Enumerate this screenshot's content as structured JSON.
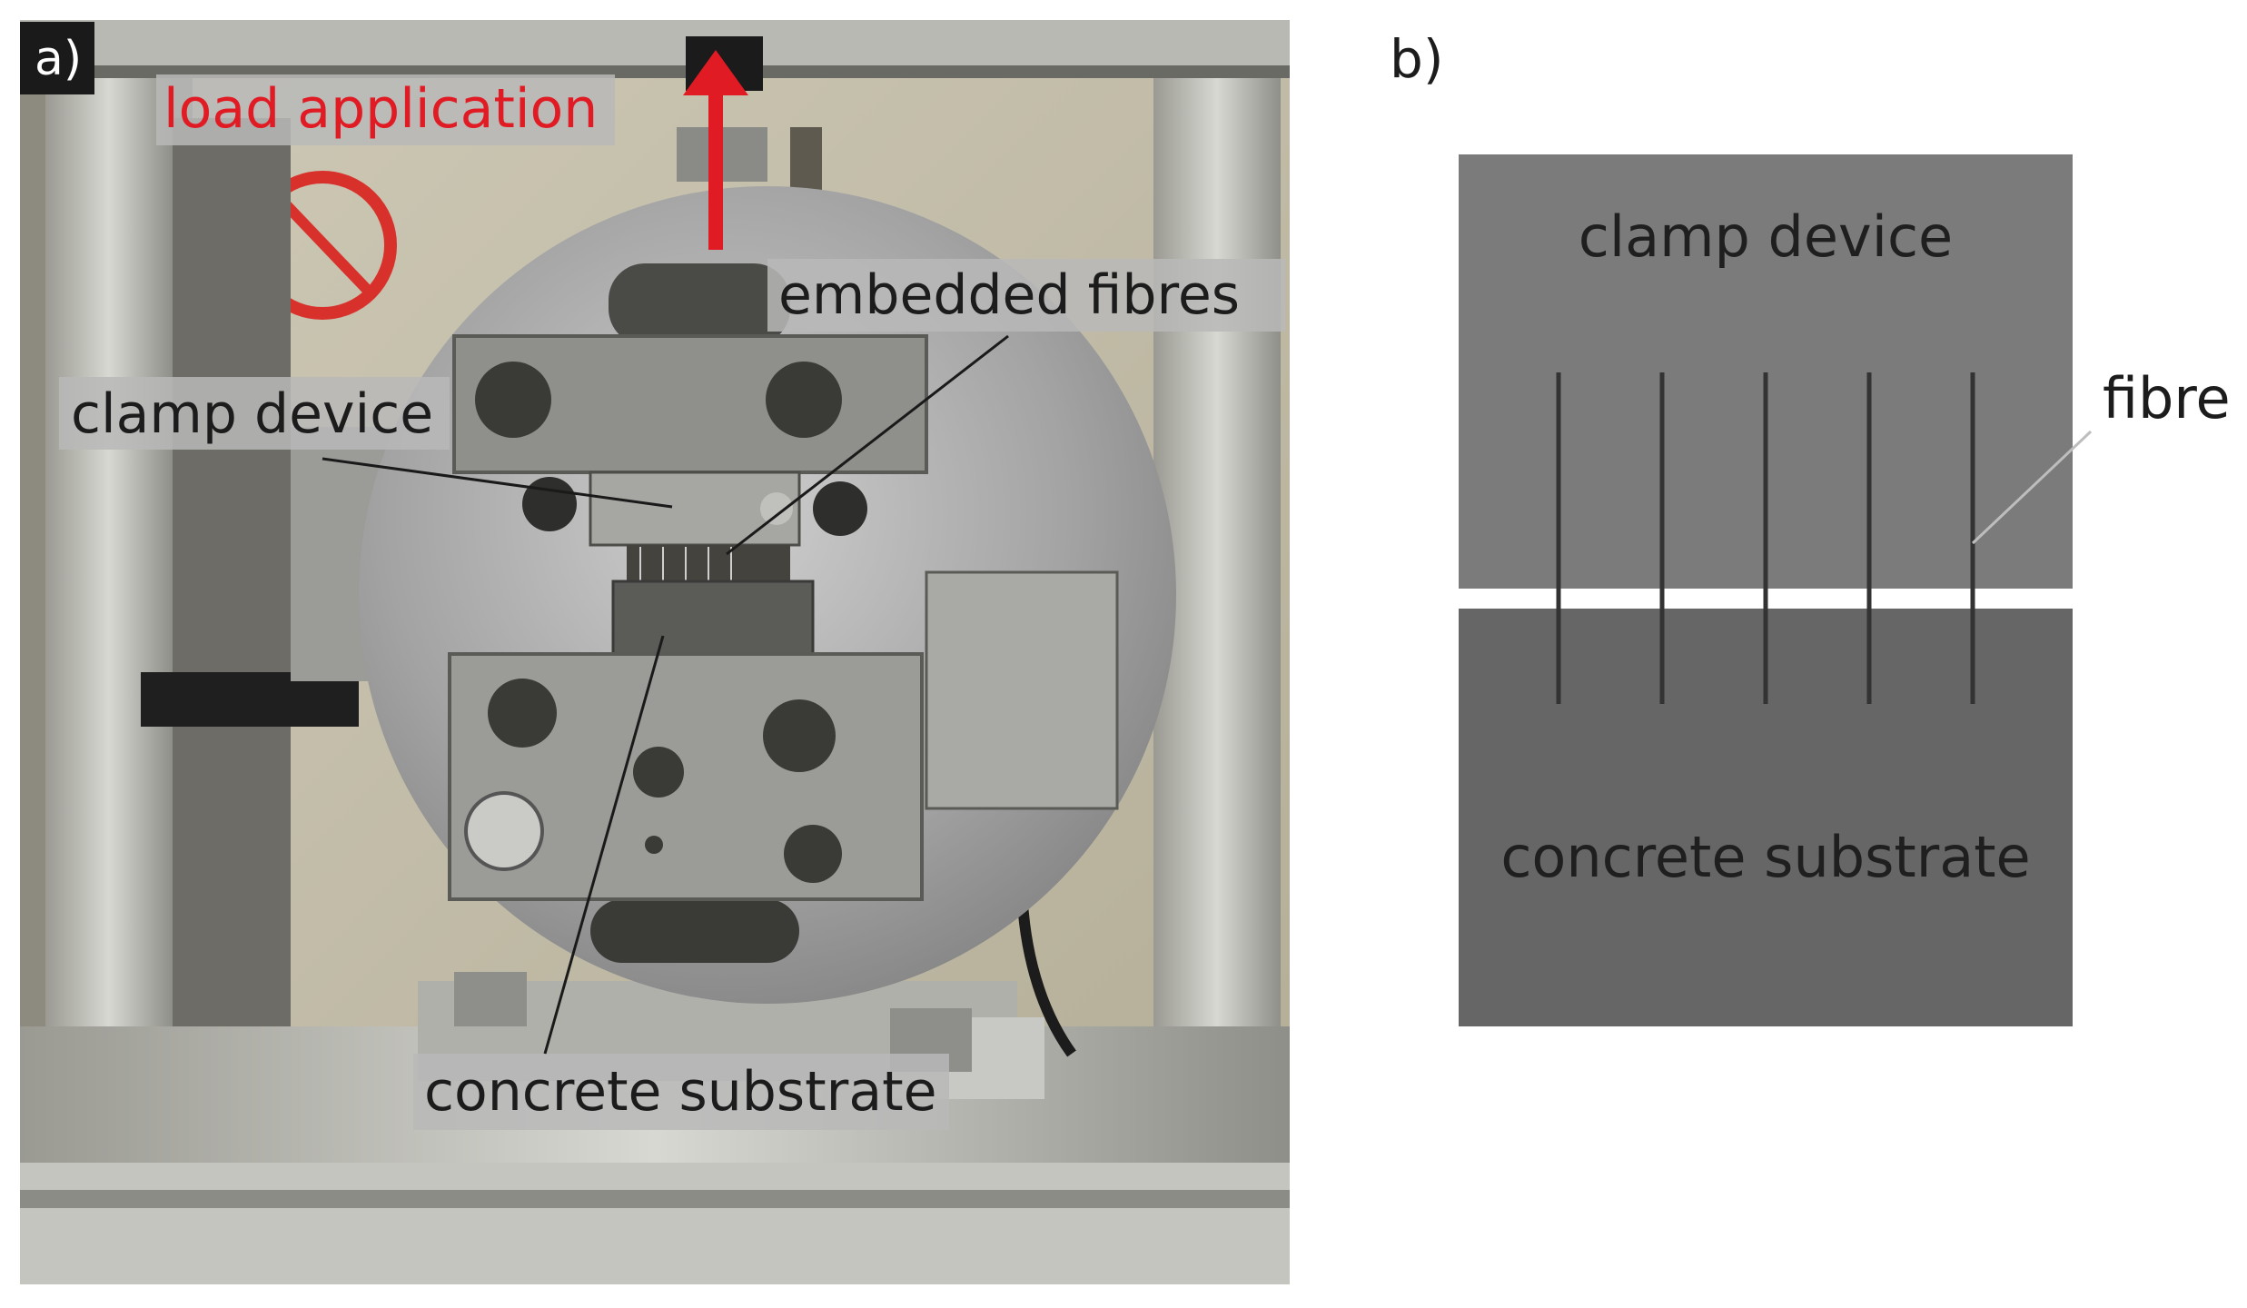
{
  "panel_a": {
    "tag": "a)",
    "labels": {
      "load": "load application",
      "fibres": "embedded fibres",
      "clamp": "clamp device",
      "substrate": "concrete substrate"
    },
    "colors": {
      "load_arrow": "#e01b24",
      "label_box": "#b8b8b8"
    }
  },
  "panel_b": {
    "tag": "b)",
    "clamp_label": "clamp device",
    "substrate_label": "concrete substrate",
    "fibre_label": "fibre",
    "fibre_count": 5,
    "colors": {
      "clamp": "#7b7b7b",
      "substrate": "#666666",
      "fibre": "#333333"
    }
  }
}
